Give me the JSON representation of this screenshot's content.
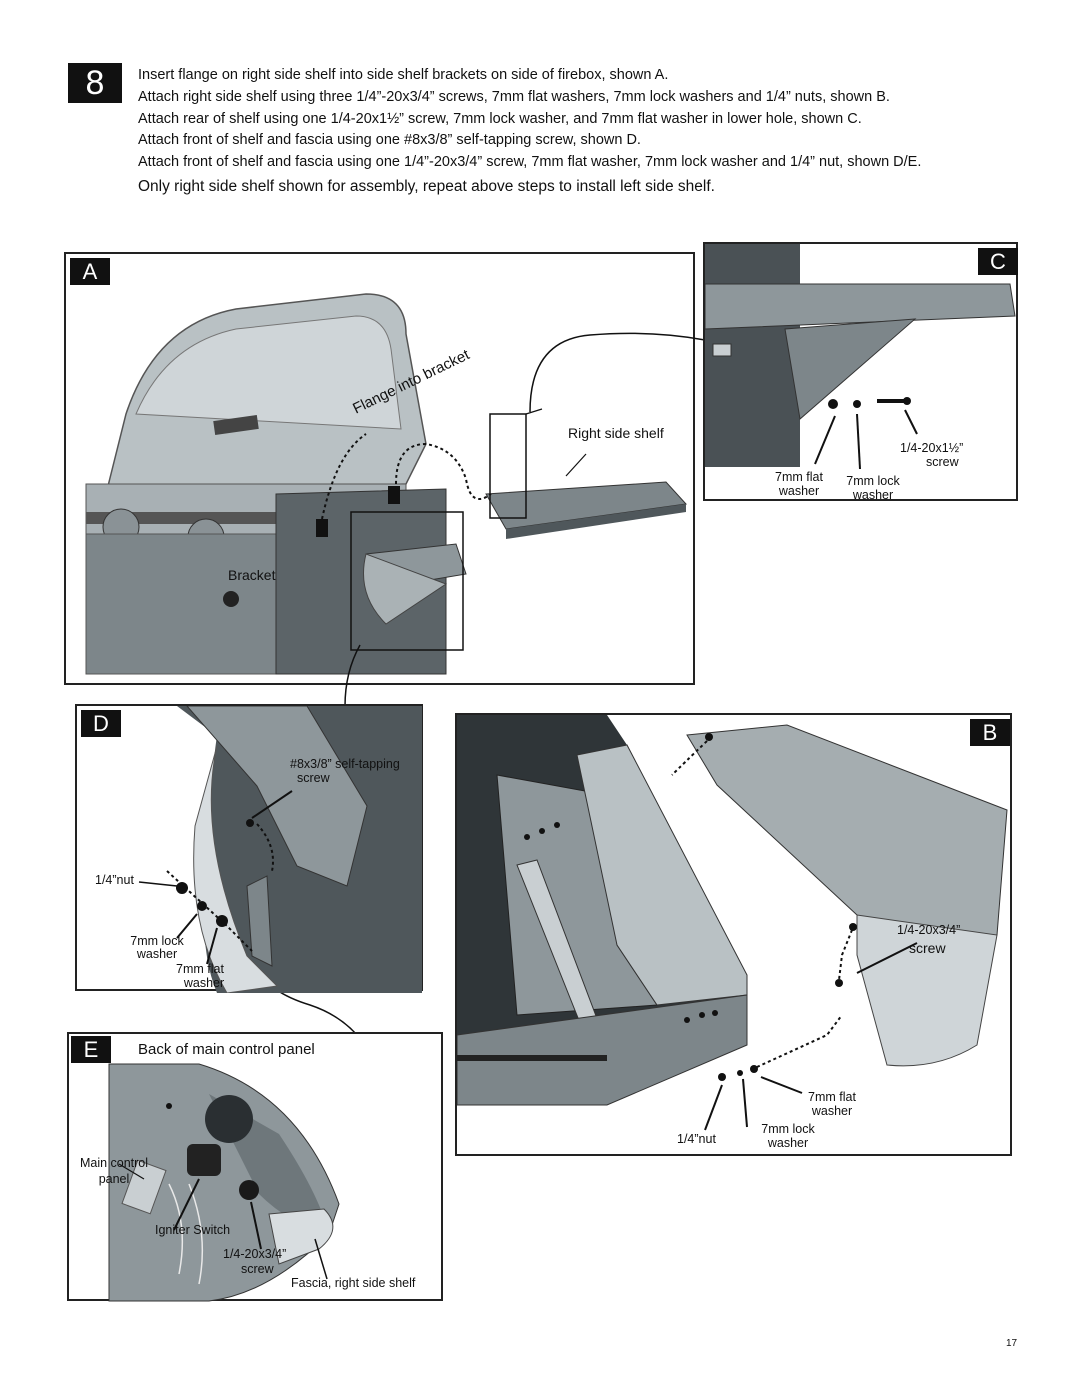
{
  "step": {
    "number": "8",
    "lines": [
      "Insert flange on right side shelf into side shelf brackets on side of firebox, shown A.",
      "Attach right side shelf using three 1/4”-20x3/4” screws, 7mm flat washers, 7mm lock washers and 1/4” nuts, shown B.",
      "Attach rear of shelf using one 1/4-20x1½” screw, 7mm lock washer, and 7mm flat washer in lower hole, shown C.",
      "Attach front of shelf and fascia using one #8x3/8” self-tapping screw, shown D.",
      "Attach front of shelf and fascia using one 1/4”-20x3/4” screw, 7mm flat washer, 7mm lock washer and 1/4” nut, shown D/E."
    ],
    "note": "Only right side shelf shown for assembly, repeat above steps to install left side shelf."
  },
  "panelA": {
    "badge": "A",
    "flange_label": "Flange into bracket",
    "shelf_label": "Right side shelf",
    "bracket_label": "Bracket"
  },
  "panelC": {
    "badge": "C",
    "screw_label_1": "1/4-20x1½”",
    "screw_label_2": "screw",
    "flat_label_1": "7mm flat",
    "flat_label_2": "washer",
    "lock_label_1": "7mm lock",
    "lock_label_2": "washer"
  },
  "panelD": {
    "badge": "D",
    "screw_label_1": "#8x3/8” self-tapping",
    "screw_label_2": "screw",
    "nut_label": "1/4”nut",
    "lock_label_1": "7mm lock",
    "lock_label_2": "washer",
    "flat_label_1": "7mm flat",
    "flat_label_2": "washer"
  },
  "panelB": {
    "badge": "B",
    "screw_label_1": "1/4-20x3/4”",
    "screw_label_2": "screw",
    "flat_label_1": "7mm flat",
    "flat_label_2": "washer",
    "lock_label_1": "7mm lock",
    "lock_label_2": "washer",
    "nut_label": "1/4”nut"
  },
  "panelE": {
    "badge": "E",
    "title": "Back of main control panel",
    "main_panel_1": "Main control",
    "main_panel_2": "panel",
    "igniter_label": "Igniter Switch",
    "screw_label_1": "1/4-20x3/4”",
    "screw_label_2": "screw",
    "fascia_label": "Fascia, right side shelf"
  },
  "page_number": "17",
  "colors": {
    "badge_bg": "#111111",
    "metal": "#9aa4a8",
    "dark_metal": "#5c6468"
  }
}
